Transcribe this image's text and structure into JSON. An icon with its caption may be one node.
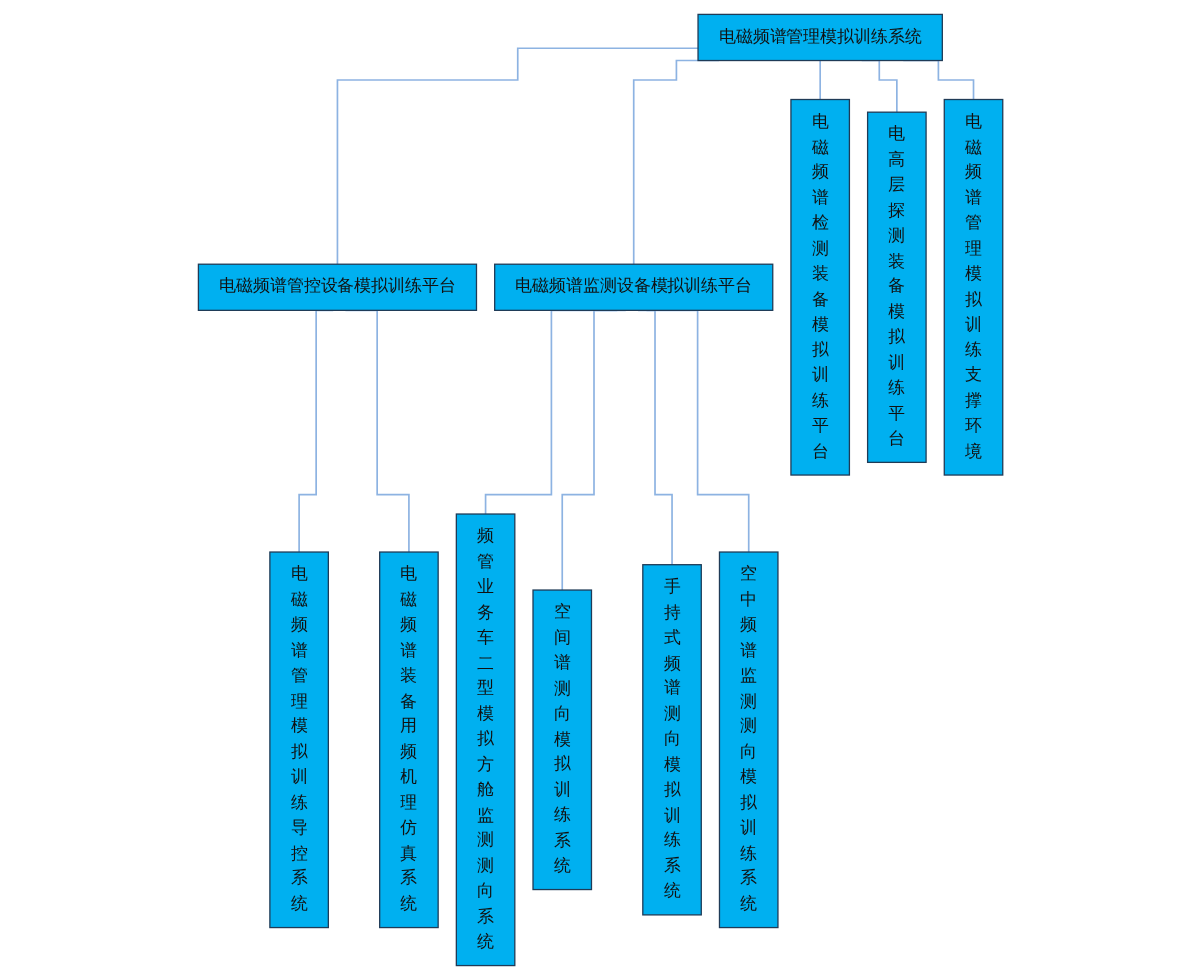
{
  "diagram": {
    "nodes": [
      {
        "text": [
          "电磁频谱管理模拟训练系统"
        ]
      },
      {
        "text": [
          "电磁频谱管控设备模拟训练平台"
        ]
      },
      {
        "text": [
          "电磁频谱监测设备模拟训练平台"
        ]
      },
      {
        "text": [
          "电磁频谱检测装备模拟训练平台"
        ]
      },
      {
        "text": [
          "电高层探测装备模拟训练平台"
        ]
      },
      {
        "text": [
          "电磁频谱管理模拟训练支撑环境"
        ]
      },
      {
        "text": [
          "电磁频谱管理模拟训练导控系统"
        ]
      },
      {
        "text": [
          "电磁频谱装备用频机理仿真系统"
        ]
      },
      {
        "text": [
          "频管业务车二型模拟方舱监测测向系统"
        ]
      },
      {
        "text": [
          "空间谱测向模拟训练系统"
        ]
      },
      {
        "text": [
          "手持式频谱测向模拟训练系统"
        ]
      },
      {
        "text": [
          "空中频谱监测测向模拟训练系统"
        ]
      }
    ],
    "edges": [
      {
        "from": 0,
        "to": 1,
        "arrow": "none"
      },
      {
        "from": 0,
        "to": 2,
        "arrow": "none"
      },
      {
        "from": 0,
        "to": 3,
        "arrow": "none"
      },
      {
        "from": 0,
        "to": 4,
        "arrow": "none"
      },
      {
        "from": 0,
        "to": 5,
        "arrow": "none"
      },
      {
        "from": 1,
        "to": 6,
        "arrow": "none"
      },
      {
        "from": 1,
        "to": 7,
        "arrow": "none"
      },
      {
        "from": 2,
        "to": 8,
        "arrow": "none"
      },
      {
        "from": 2,
        "to": 9,
        "arrow": "none"
      },
      {
        "from": 2,
        "to": 10,
        "arrow": "none"
      },
      {
        "from": 2,
        "to": 11,
        "arrow": "none"
      }
    ]
  }
}
